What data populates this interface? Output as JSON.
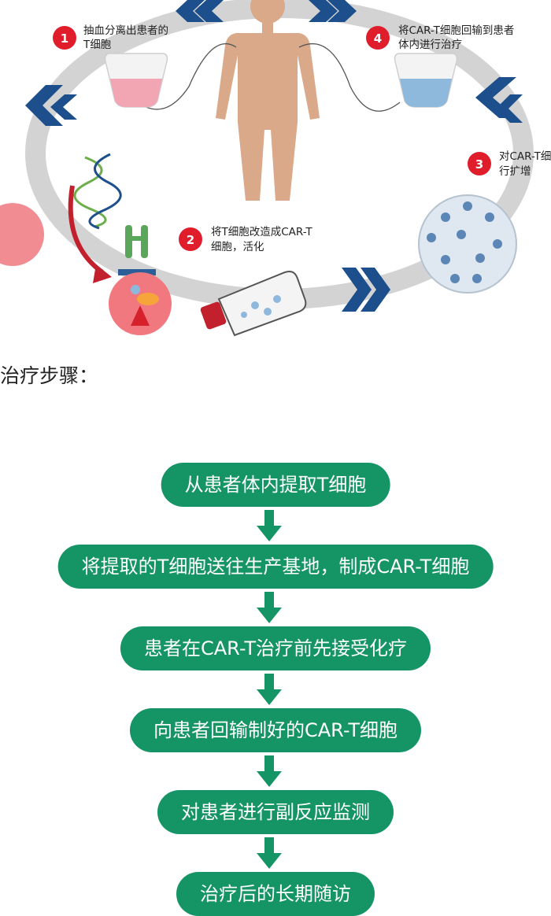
{
  "cycle_steps": [
    {
      "number": "1",
      "line1": "抽血分离出患者的",
      "line2": "T细胞"
    },
    {
      "number": "2",
      "line1": "将T细胞改造成CAR-T",
      "line2": "细胞，活化"
    },
    {
      "number": "3",
      "line1": "对CAR-T细",
      "line2": "行扩增"
    },
    {
      "number": "4",
      "line1": "将CAR-T细胞回输到患者",
      "line2": "体内进行治疗"
    }
  ],
  "section_heading": "治疗步骤：",
  "flow_steps": [
    "从患者体内提取T细胞",
    "将提取的T细胞送往生产基地，制成CAR-T细胞",
    "患者在CAR-T治疗前先接受化疗",
    "向患者回输制好的CAR-T细胞",
    "对患者进行副反应监测",
    "治疗后的长期随访"
  ],
  "colors": {
    "flow_green": "#159466",
    "badge_red": "#e01e2b",
    "chevron_blue": "#1d4f8c",
    "ring_gray": "#d3d3d3",
    "body_skin": "#d9a98a"
  }
}
